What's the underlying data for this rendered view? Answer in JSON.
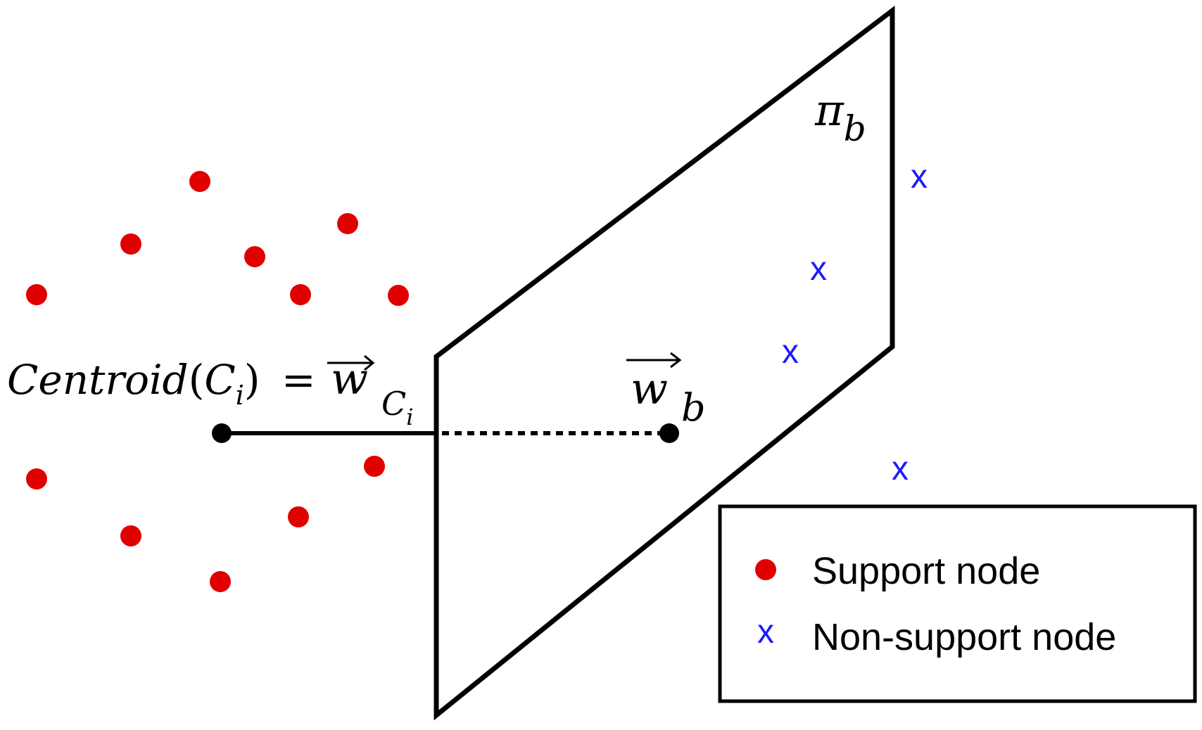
{
  "colors": {
    "support": "#e00000",
    "non_support": "#1a1aff",
    "ink": "#000000"
  },
  "symbols": {
    "non_support_marker": "x"
  },
  "labels": {
    "centroid_text": "Centroid",
    "open_paren": "(",
    "cluster_letter": "C",
    "cluster_index": "i",
    "close_paren": ")",
    "equals": "=",
    "w_left": "w",
    "w_left_sub_letter": "C",
    "w_left_sub_index": "i",
    "w_right": "w",
    "w_right_sub": "b",
    "plane_letter": "π",
    "plane_sub": "b"
  },
  "legend": {
    "support_label": "Support node",
    "non_support_label": "Non-support node"
  }
}
